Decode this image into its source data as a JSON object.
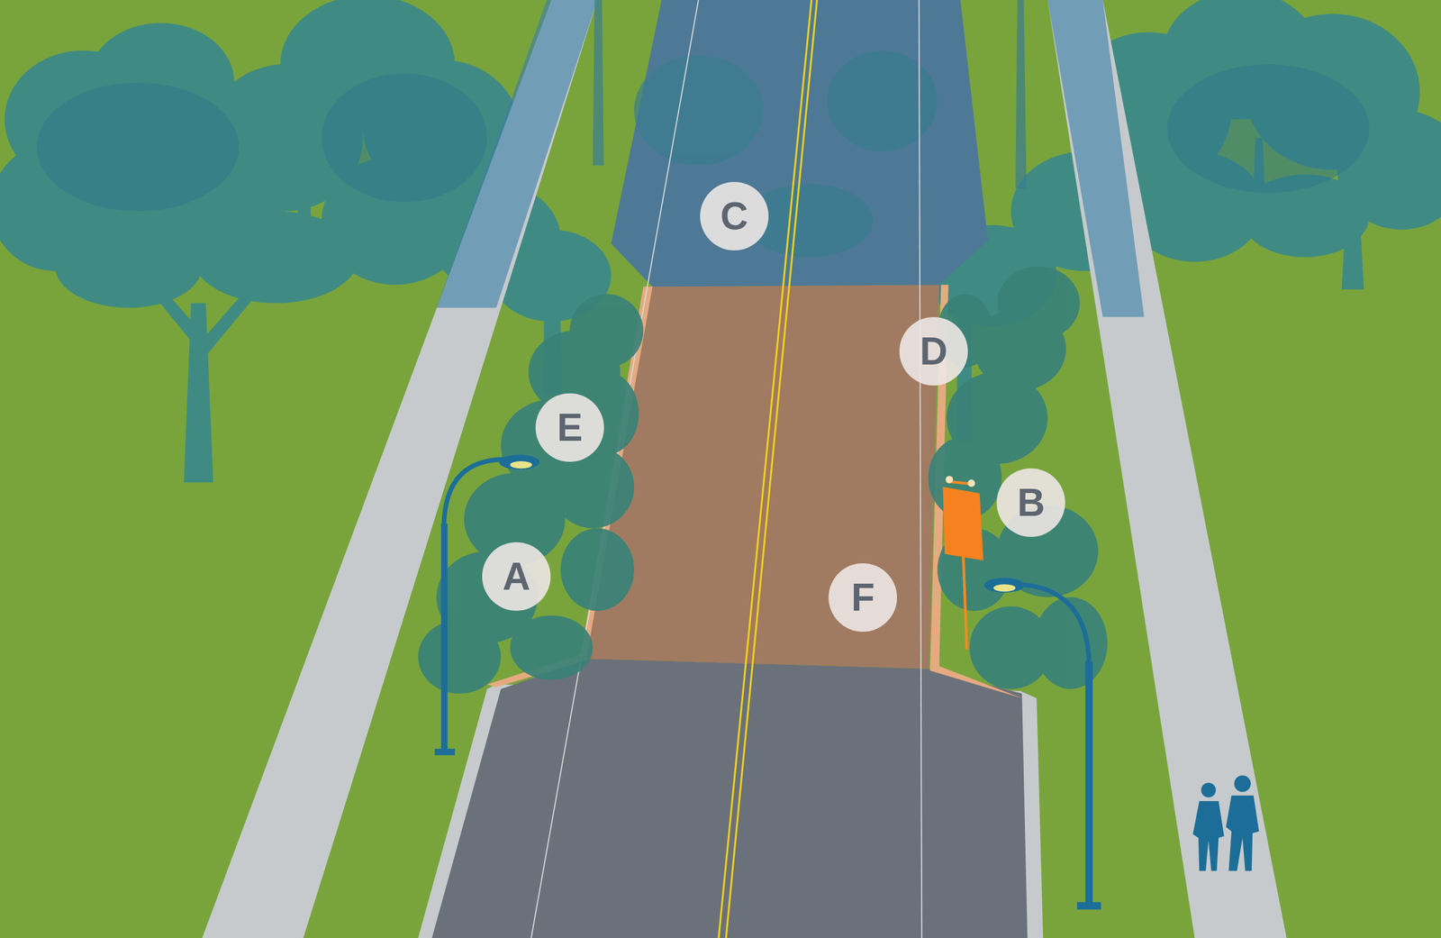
{
  "diagram": {
    "nodes": [
      {
        "text": [
          "C"
        ]
      },
      {
        "text": [
          "D"
        ]
      },
      {
        "text": [
          "E"
        ]
      },
      {
        "text": [
          "B"
        ]
      },
      {
        "text": [
          "A"
        ]
      },
      {
        "text": [
          "F"
        ]
      }
    ]
  }
}
